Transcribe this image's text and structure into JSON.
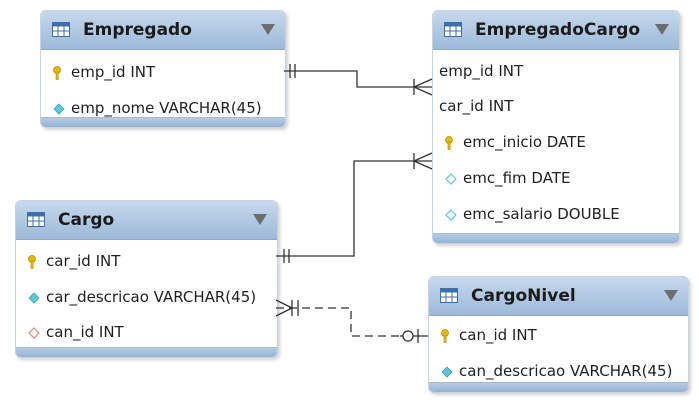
{
  "tables": {
    "empregado": {
      "title": "Empregado",
      "columns": [
        {
          "text": "emp_id INT",
          "icon": "key-icon"
        },
        {
          "text": "emp_nome VARCHAR(45)",
          "icon": "diamond-filled-icon"
        }
      ]
    },
    "empregado_cargo": {
      "title": "EmpregadoCargo",
      "columns": [
        {
          "text": "emp_id INT",
          "icon": "none"
        },
        {
          "text": "car_id INT",
          "icon": "none"
        },
        {
          "text": "emc_inicio DATE",
          "icon": "key-icon"
        },
        {
          "text": "emc_fim DATE",
          "icon": "diamond-empty-icon"
        },
        {
          "text": "emc_salario DOUBLE",
          "icon": "diamond-empty-icon"
        }
      ]
    },
    "cargo": {
      "title": "Cargo",
      "columns": [
        {
          "text": "car_id INT",
          "icon": "key-icon"
        },
        {
          "text": "car_descricao VARCHAR(45)",
          "icon": "diamond-filled-icon"
        },
        {
          "text": "can_id INT",
          "icon": "diamond-red-icon"
        }
      ]
    },
    "cargo_nivel": {
      "title": "CargoNivel",
      "columns": [
        {
          "text": "can_id INT",
          "icon": "key-icon"
        },
        {
          "text": "can_descricao VARCHAR(45)",
          "icon": "diamond-filled-icon"
        }
      ]
    }
  },
  "relationships": [
    {
      "from": "Empregado",
      "to": "EmpregadoCargo",
      "type": "one-to-many",
      "style": "solid"
    },
    {
      "from": "Cargo",
      "to": "EmpregadoCargo",
      "type": "one-to-many",
      "style": "solid"
    },
    {
      "from": "CargoNivel",
      "to": "Cargo",
      "type": "zero-or-one-to-many",
      "style": "dashed"
    }
  ],
  "colors": {
    "header": "#9dbad9",
    "line": "#333333",
    "key": "#e6b800",
    "diamond": "#5fc7d6",
    "diamond_red": "#d98c7a"
  }
}
